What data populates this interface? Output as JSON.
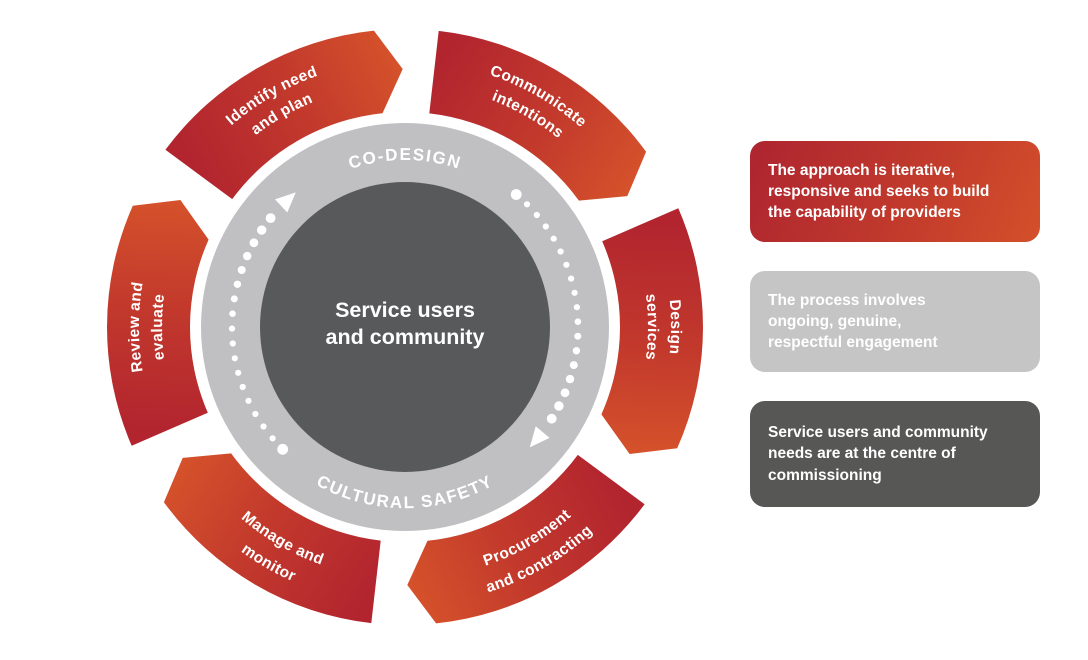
{
  "diagram": {
    "title_hidden": "",
    "center_circle": {
      "line1": "Service users",
      "line2": "and community"
    },
    "ring": {
      "top_label": "CO-DESIGN",
      "bottom_label": "CULTURAL SAFETY"
    },
    "segments": [
      {
        "id": "identify",
        "line1": "Identify need",
        "line2": "and plan"
      },
      {
        "id": "communicate",
        "line1": "Communicate",
        "line2": "intentions"
      },
      {
        "id": "design",
        "line1": "Design",
        "line2": "services"
      },
      {
        "id": "procurement",
        "line1": "Procurement",
        "line2": "and contracting"
      },
      {
        "id": "manage",
        "line1": "Manage and",
        "line2": "monitor"
      },
      {
        "id": "review",
        "line1": "Review and",
        "line2": "evaluate"
      }
    ],
    "flow": {
      "direction": "clockwise",
      "arrow_count": 2
    },
    "colors": {
      "segment_tail_red": "#b2252f",
      "segment_mid_red": "#c33a2c",
      "segment_tip_orange": "#d5522b",
      "ring_gray": "#c0c0c2",
      "center_dark": "#58595b",
      "dots_white": "#ffffff",
      "callout_red_start": "#ae2430",
      "callout_red_end": "#d4502a",
      "callout_gray": "#c5c5c5",
      "callout_dark": "#575756",
      "text_white": "#ffffff"
    }
  },
  "callouts": [
    {
      "id": "approach",
      "style": "red",
      "text": "The approach is iterative,\nresponsive and seeks to build\nthe capability of providers"
    },
    {
      "id": "process",
      "style": "gray",
      "text": "The process involves\nongoing, genuine,\nrespectful engagement"
    },
    {
      "id": "centrality",
      "style": "dark",
      "text": "Service users and community\nneeds are at the centre of\ncommissioning"
    }
  ]
}
